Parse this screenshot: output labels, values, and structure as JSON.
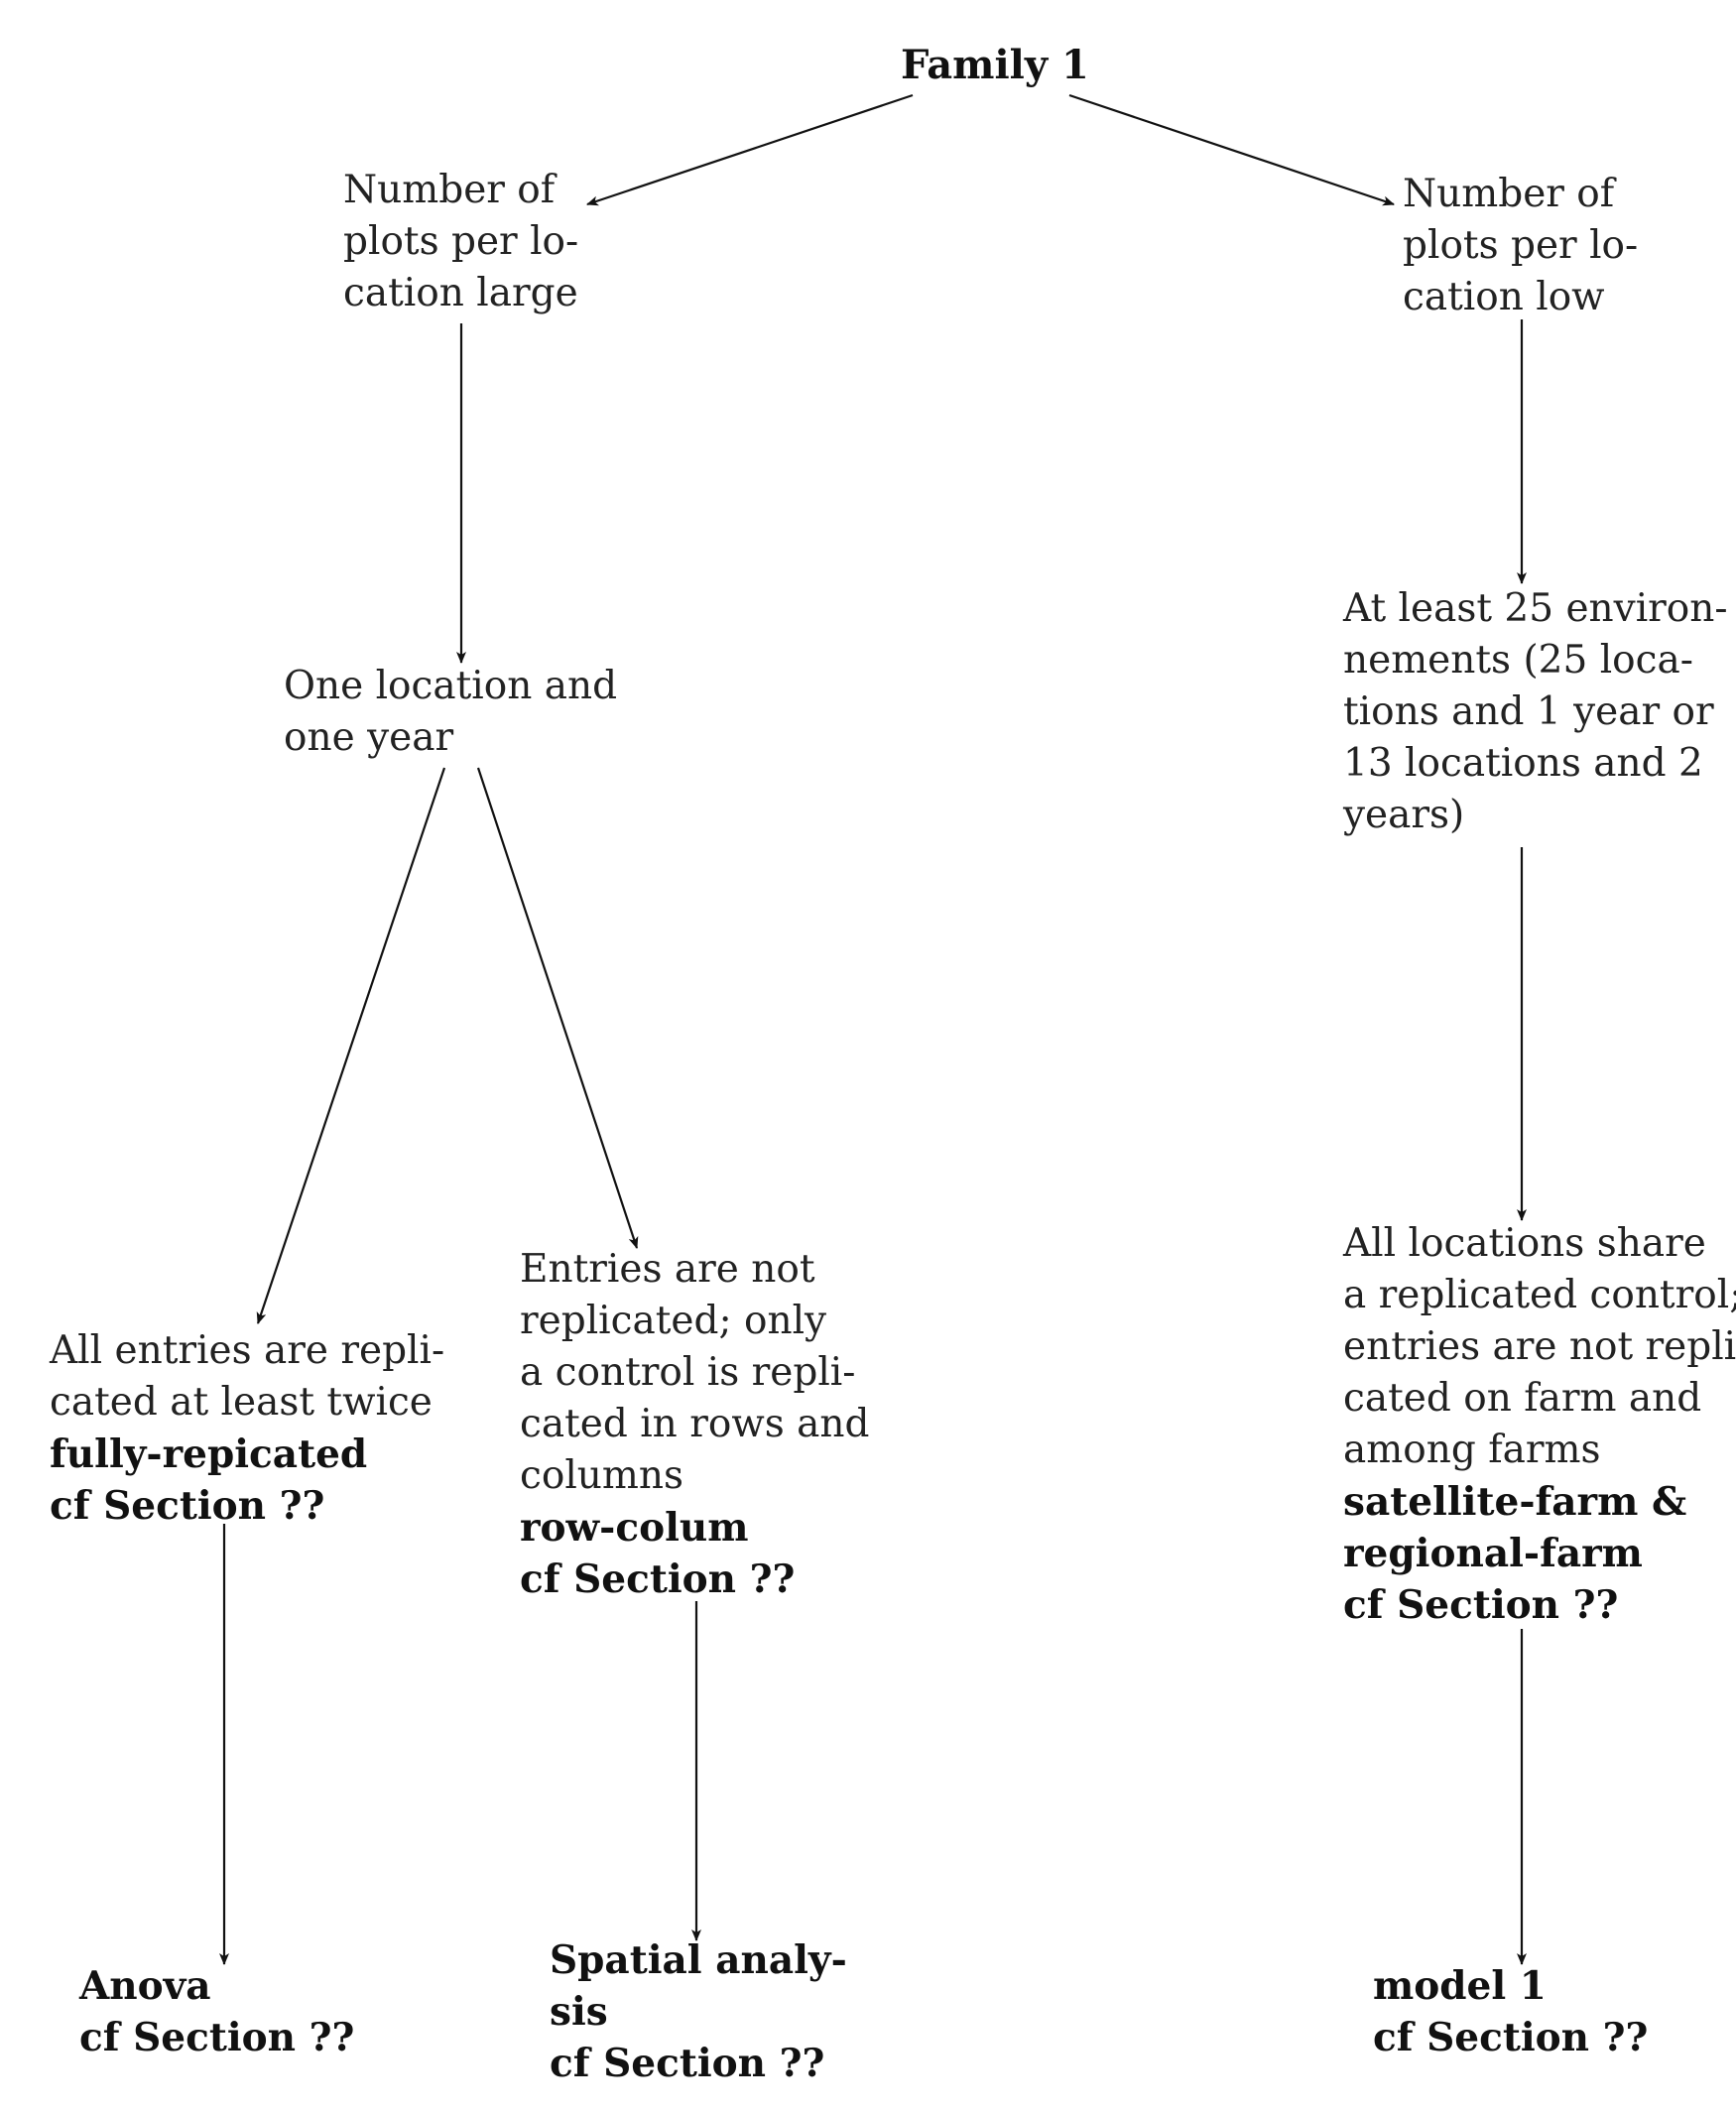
{
  "nodes": {
    "family": {
      "lines": [
        "Family 1"
      ]
    },
    "plots_large": {
      "lines": [
        "Number of",
        "plots per lo-",
        "cation large"
      ]
    },
    "plots_low": {
      "lines": [
        "Number of",
        "plots per lo-",
        "cation low"
      ]
    },
    "one_location": {
      "lines": [
        "One location and",
        "one year"
      ]
    },
    "env25": {
      "lines": [
        "At least 25 environ-",
        "nements (25 loca-",
        "tions and 1 year or",
        "13 locations and 2",
        "years)"
      ]
    },
    "replicated": {
      "lines": [
        "All entries are repli-",
        "cated at least twice"
      ],
      "bold_lines": [
        "fully-repicated",
        "cf Section ??"
      ]
    },
    "not_replicated": {
      "lines": [
        "Entries are not",
        "replicated; only",
        "a control is repli-",
        "cated in rows and",
        "columns"
      ],
      "bold_lines": [
        "row-colum",
        "cf Section ??"
      ]
    },
    "share_control": {
      "lines": [
        "All locations share",
        "a replicated control;",
        "entries are not repli-",
        "cated on farm and",
        "among farms"
      ],
      "bold_lines": [
        "satellite-farm &",
        "regional-farm",
        "cf Section ??"
      ]
    },
    "anova": {
      "bold_lines": [
        "Anova",
        "cf Section ??"
      ]
    },
    "spatial": {
      "bold_lines": [
        "Spatial analy-",
        "sis",
        "cf Section ??"
      ]
    },
    "model1": {
      "bold_lines": [
        "model 1",
        "cf Section ??"
      ]
    }
  },
  "edges": [
    {
      "from": "family",
      "to": "plots_large"
    },
    {
      "from": "family",
      "to": "plots_low"
    },
    {
      "from": "plots_large",
      "to": "one_location"
    },
    {
      "from": "plots_low",
      "to": "env25"
    },
    {
      "from": "one_location",
      "to": "replicated"
    },
    {
      "from": "one_location",
      "to": "not_replicated"
    },
    {
      "from": "env25",
      "to": "share_control"
    },
    {
      "from": "replicated",
      "to": "anova"
    },
    {
      "from": "not_replicated",
      "to": "spatial"
    },
    {
      "from": "share_control",
      "to": "model1"
    }
  ],
  "colors": {
    "text": "#222222",
    "arrow": "#111111"
  }
}
